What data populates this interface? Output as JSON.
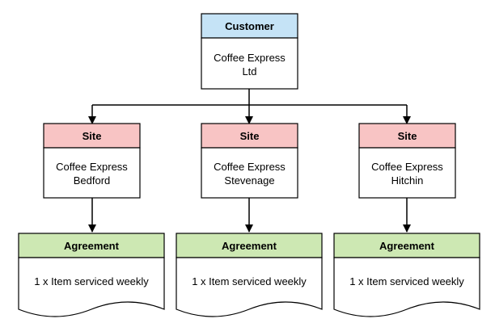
{
  "customer": {
    "header": "Customer",
    "lines": [
      "Coffee Express",
      "Ltd"
    ]
  },
  "sites": [
    {
      "header": "Site",
      "lines": [
        "Coffee Express",
        "Bedford"
      ]
    },
    {
      "header": "Site",
      "lines": [
        "Coffee Express",
        "Stevenage"
      ]
    },
    {
      "header": "Site",
      "lines": [
        "Coffee Express",
        "Hitchin"
      ]
    }
  ],
  "agreements": [
    {
      "header": "Agreement",
      "text": "1 x Item serviced weekly"
    },
    {
      "header": "Agreement",
      "text": "1 x Item serviced weekly"
    },
    {
      "header": "Agreement",
      "text": "1 x Item serviced weekly"
    }
  ],
  "colors": {
    "customer_header": "#c5e3f6",
    "site_header": "#f8c4c4",
    "agreement_header": "#cde8b3",
    "stroke": "#000000",
    "fill": "#ffffff"
  }
}
